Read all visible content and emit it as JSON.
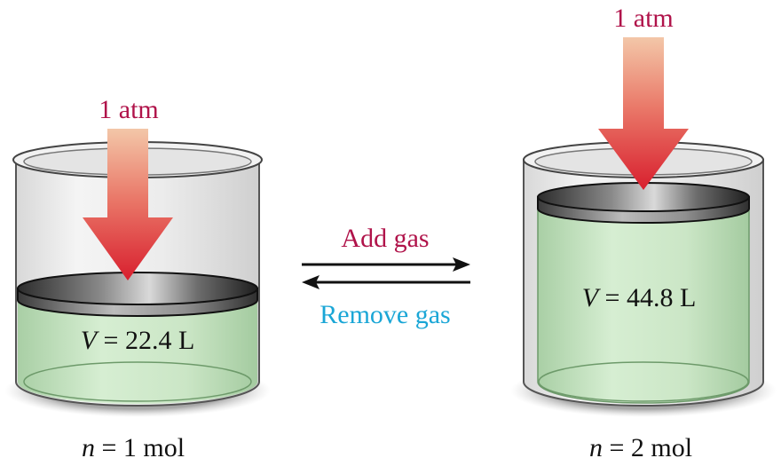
{
  "left_cylinder": {
    "pressure_label": "1 atm",
    "volume_symbol": "V",
    "volume_value": "= 22.4 L",
    "moles_symbol": "n",
    "moles_value": "= 1 mol"
  },
  "right_cylinder": {
    "pressure_label": "1 atm",
    "volume_symbol": "V",
    "volume_value": "= 44.8 L",
    "moles_symbol": "n",
    "moles_value": "= 2 mol"
  },
  "process": {
    "forward_label": "Add gas",
    "reverse_label": "Remove gas"
  },
  "colors": {
    "pressure_text": "#b0134a",
    "add_gas_text": "#b0134a",
    "remove_gas_text": "#1aa6d6",
    "gas_fill": "#c9e6c5",
    "arrow_red": "#e23a3a"
  }
}
